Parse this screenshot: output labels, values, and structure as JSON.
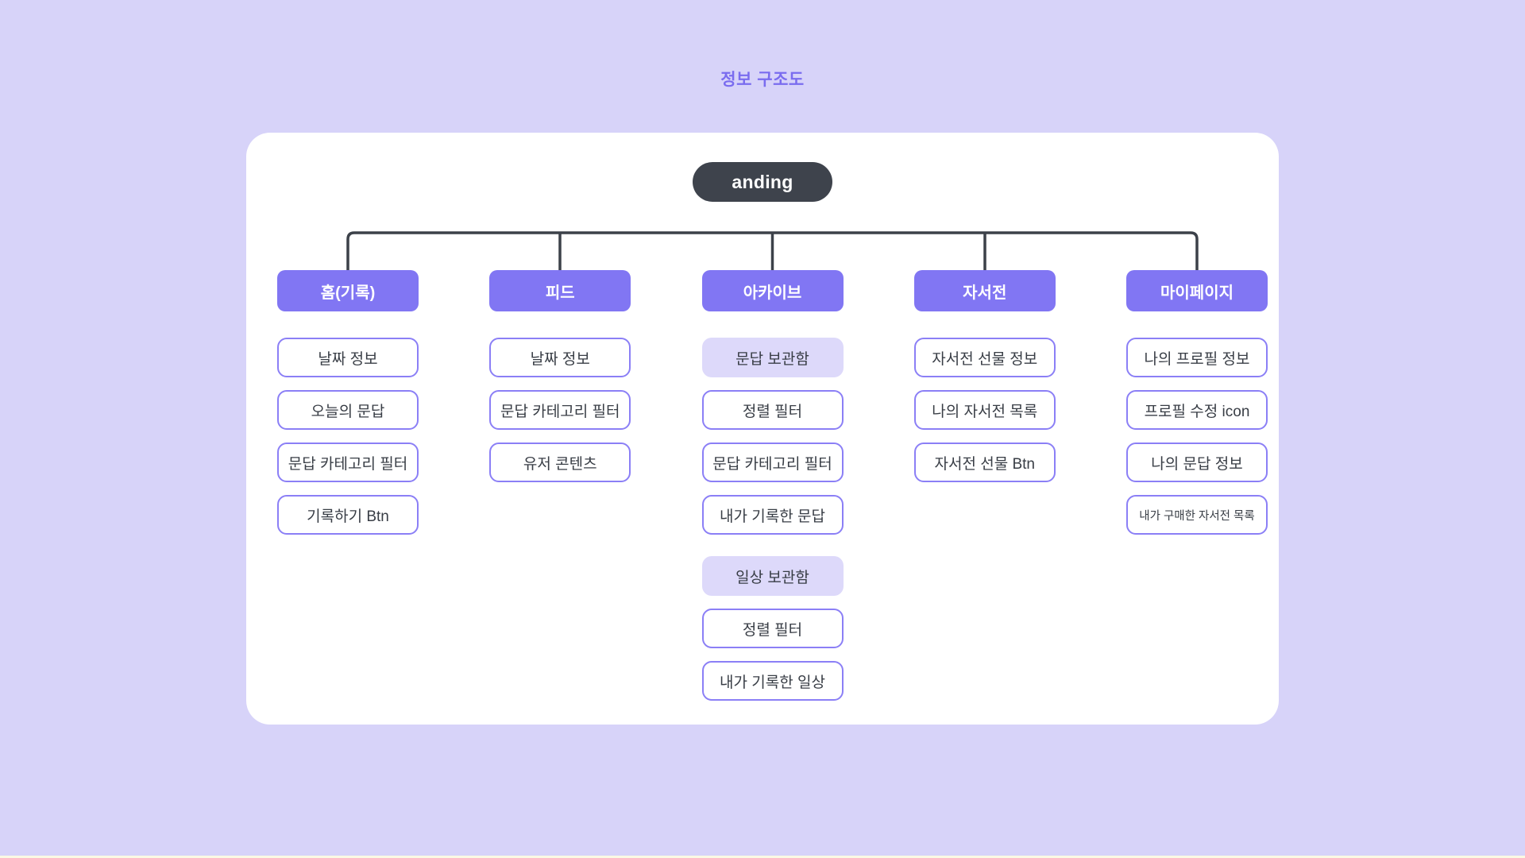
{
  "page": {
    "title": "정보 구조도",
    "background_color": "#D7D3F9",
    "bottom_strip_color": "#FBF9E4"
  },
  "diagram": {
    "root": {
      "label": "anding",
      "bg_color": "#3E434C",
      "text_color": "#FFFFFF"
    },
    "connector_color": "#3C4149",
    "colors": {
      "header_bg": "#8176F3",
      "outline_border": "#8B7FF6",
      "filled_bg": "#DDD9FA",
      "node_text": "#383D45",
      "title_text": "#7A6CEF"
    },
    "columns": [
      {
        "id": "home",
        "header": "홈(기록)",
        "items": [
          {
            "label": "날짜 정보",
            "variant": "outline"
          },
          {
            "label": "오늘의 문답",
            "variant": "outline"
          },
          {
            "label": "문답 카테고리 필터",
            "variant": "outline"
          },
          {
            "label": "기록하기 Btn",
            "variant": "outline"
          }
        ]
      },
      {
        "id": "feed",
        "header": "피드",
        "items": [
          {
            "label": "날짜 정보",
            "variant": "outline"
          },
          {
            "label": "문답 카테고리 필터",
            "variant": "outline"
          },
          {
            "label": "유저 콘텐츠",
            "variant": "outline"
          }
        ]
      },
      {
        "id": "archive",
        "header": "아카이브",
        "items": [
          {
            "label": "문답 보관함",
            "variant": "filled"
          },
          {
            "label": "정렬 필터",
            "variant": "outline"
          },
          {
            "label": "문답 카테고리 필터",
            "variant": "outline"
          },
          {
            "label": "내가 기록한 문답",
            "variant": "outline"
          },
          {
            "label": "일상 보관함",
            "variant": "filled",
            "group_start": true
          },
          {
            "label": "정렬 필터",
            "variant": "outline"
          },
          {
            "label": "내가 기록한 일상",
            "variant": "outline"
          }
        ]
      },
      {
        "id": "autobiography",
        "header": "자서전",
        "items": [
          {
            "label": "자서전 선물 정보",
            "variant": "outline"
          },
          {
            "label": "나의 자서전 목록",
            "variant": "outline"
          },
          {
            "label": "자서전 선물 Btn",
            "variant": "outline"
          }
        ]
      },
      {
        "id": "mypage",
        "header": "마이페이지",
        "items": [
          {
            "label": "나의 프로필 정보",
            "variant": "outline"
          },
          {
            "label": "프로필 수정 icon",
            "variant": "outline"
          },
          {
            "label": "나의 문답 정보",
            "variant": "outline"
          },
          {
            "label": "내가 구매한 자서전 목록",
            "variant": "outline",
            "small": true
          }
        ]
      }
    ]
  }
}
